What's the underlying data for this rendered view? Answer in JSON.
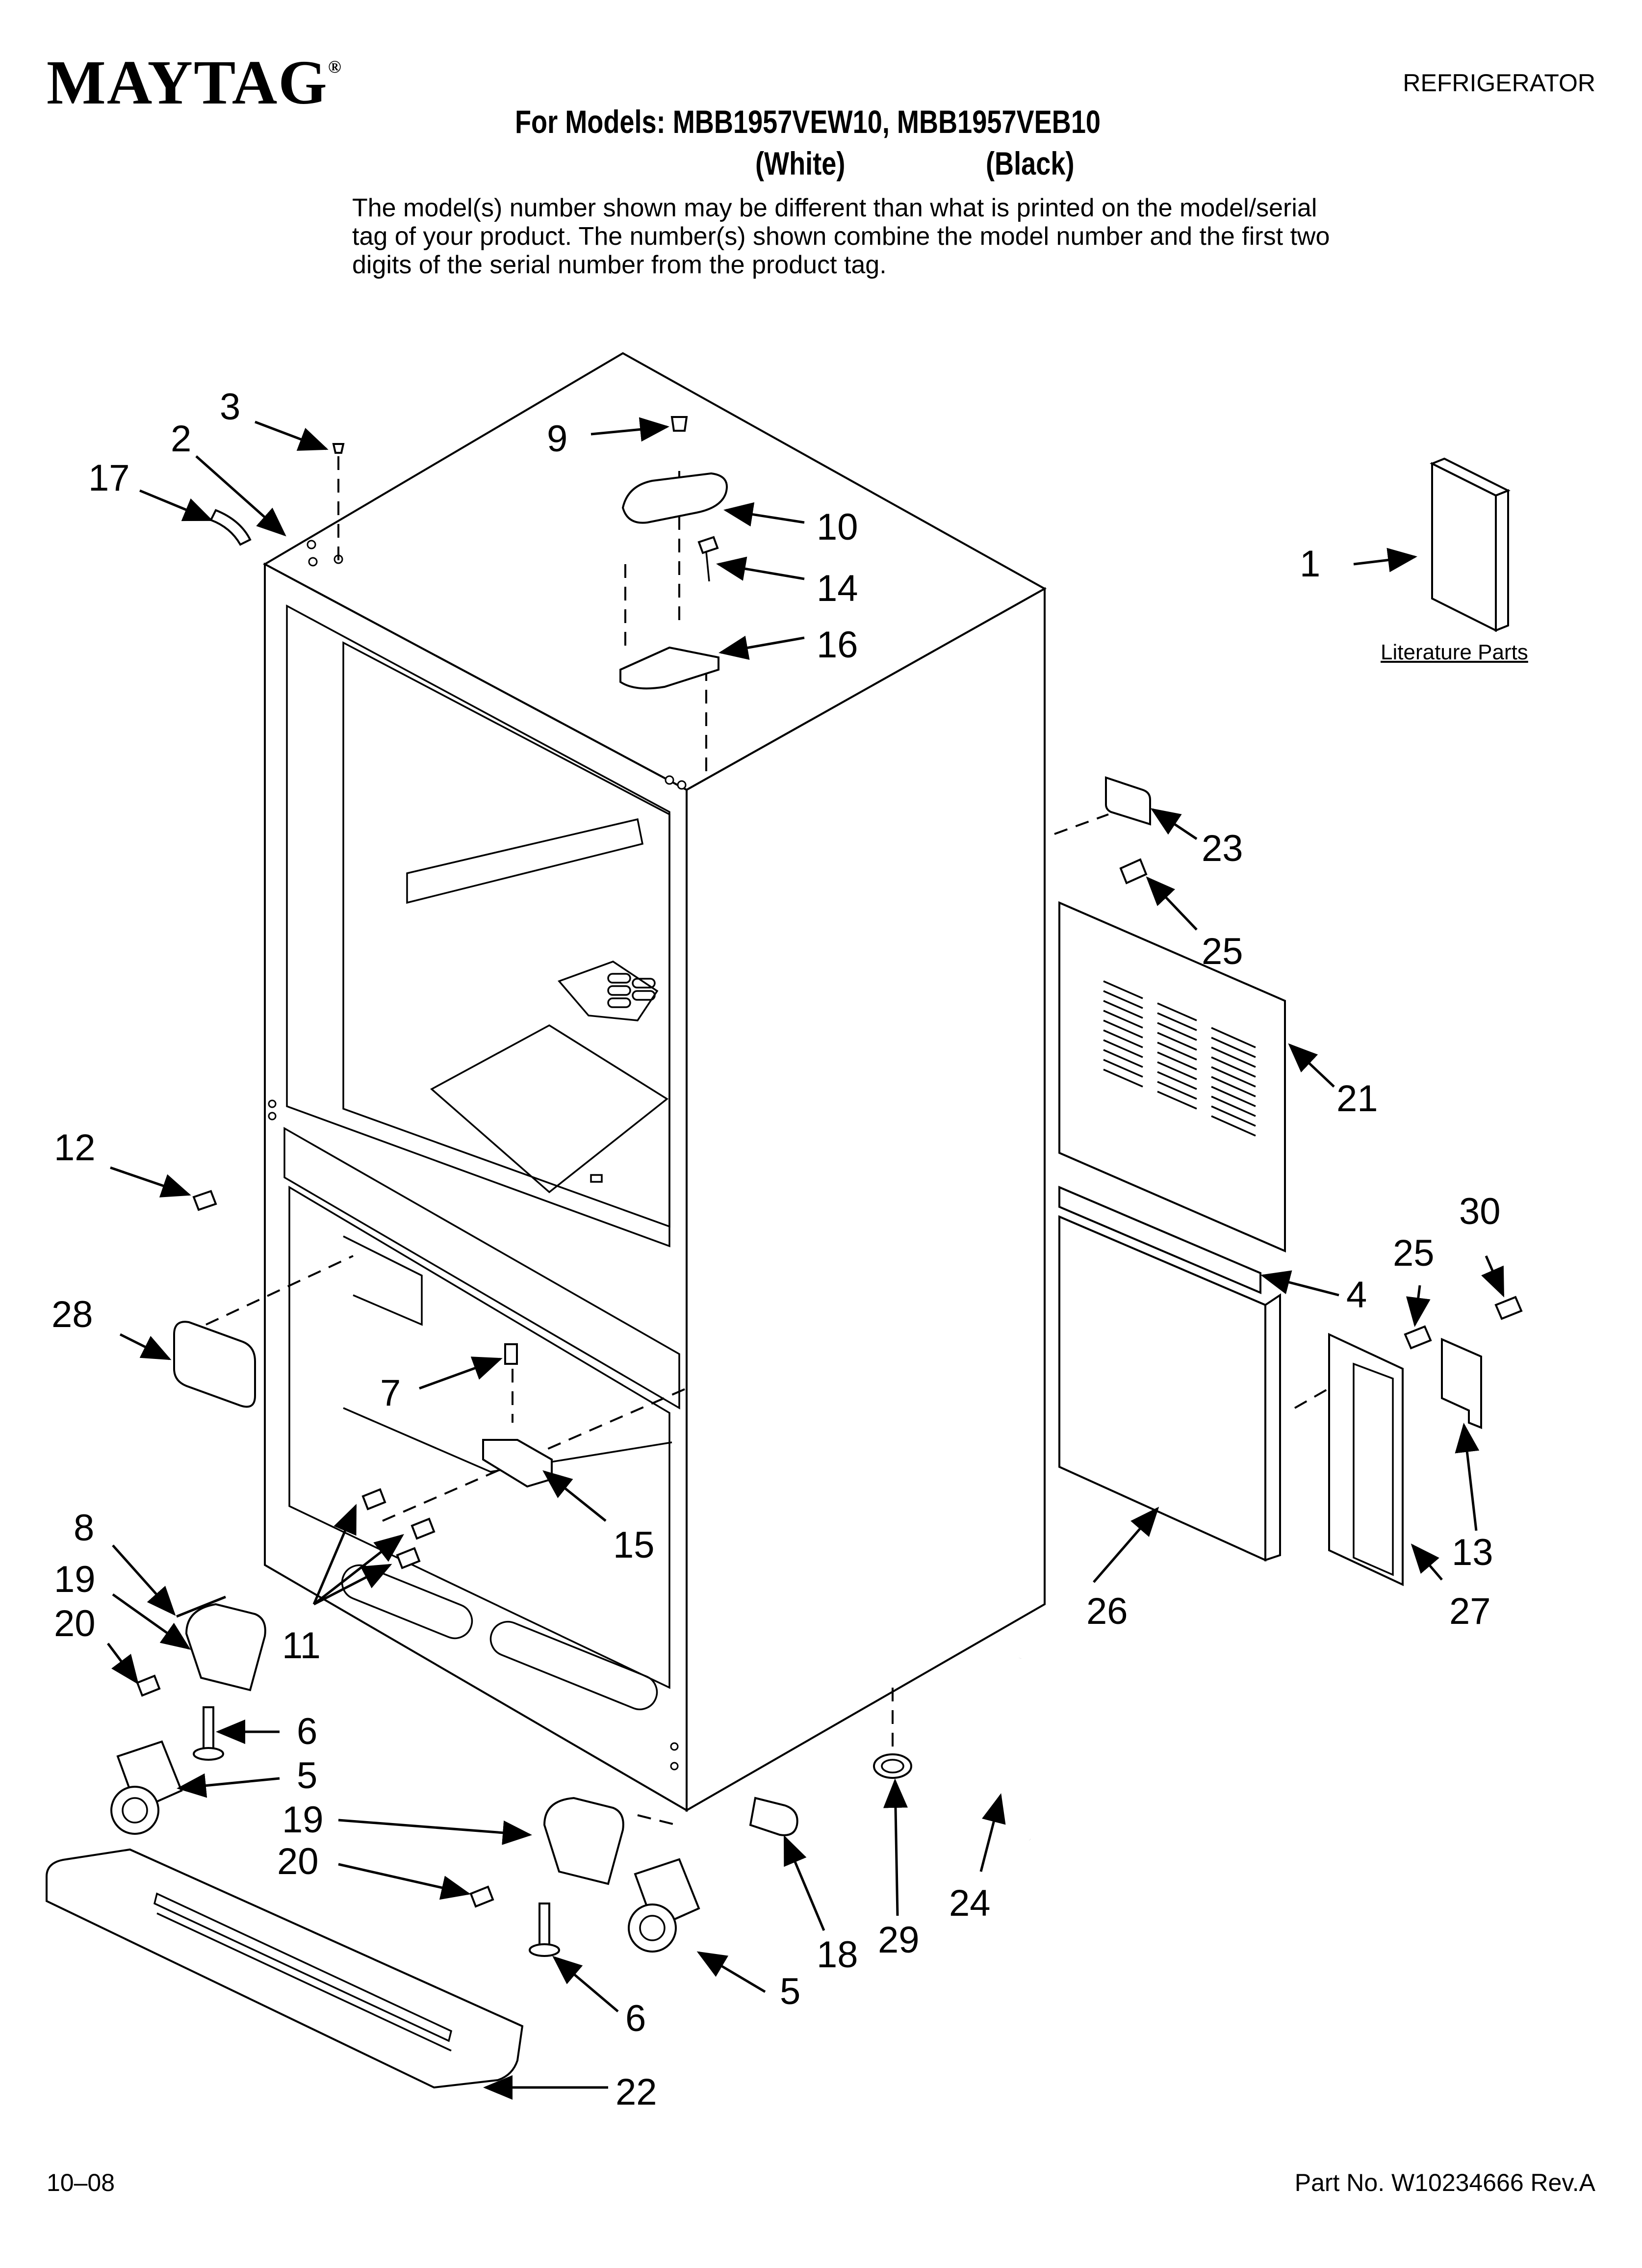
{
  "header": {
    "brand": "MAYTAG",
    "brand_mark": "®",
    "category": "REFRIGERATOR",
    "models_line": "For Models: MBB1957VEW10, MBB1957VEB10",
    "variant_white": "(White)",
    "variant_black": "(Black)",
    "notice": "The model(s) number shown may be different than what is printed on the model/serial tag of your product. The number(s) shown combine the model number and the first two digits of the serial number from the product tag."
  },
  "diagram": {
    "literature_label": "Literature Parts",
    "callouts": {
      "c1": "1",
      "c2": "2",
      "c3": "3",
      "c4": "4",
      "c5a": "5",
      "c5b": "5",
      "c6a": "6",
      "c6b": "6",
      "c7": "7",
      "c8": "8",
      "c9": "9",
      "c10": "10",
      "c11": "11",
      "c12": "12",
      "c13": "13",
      "c14": "14",
      "c15": "15",
      "c16": "16",
      "c17": "17",
      "c18": "18",
      "c19a": "19",
      "c19b": "19",
      "c20a": "20",
      "c20b": "20",
      "c21": "21",
      "c22": "22",
      "c23": "23",
      "c24": "24",
      "c25a": "25",
      "c25b": "25",
      "c26": "26",
      "c27": "27",
      "c28": "28",
      "c29": "29",
      "c30": "30"
    }
  },
  "footer": {
    "date": "10–08",
    "part_number": "Part No. W10234666 Rev.A"
  }
}
